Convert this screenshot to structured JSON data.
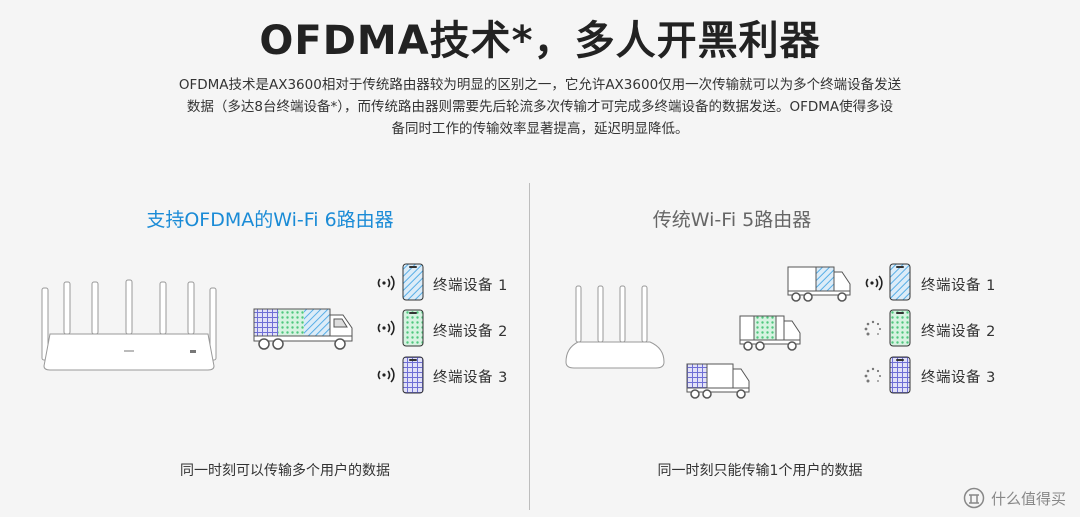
{
  "header": {
    "title": "OFDMA技术*，多人开黑利器",
    "description_lines": [
      "OFDMA技术是AX3600相对于传统路由器较为明显的区别之一，它允许AX3600仅用一次传输就可以为多个终端设备发送",
      "数据（多达8台终端设备*），而传统路由器则需要先后轮流多次传输才可完成多终端设备的数据发送。OFDMA使得多设",
      "备同时工作的传输效率显著提高，延迟明显降低。"
    ]
  },
  "left_panel": {
    "heading": "支持OFDMA的Wi-Fi 6路由器",
    "devices": [
      "终端设备 1",
      "终端设备 2",
      "终端设备 3"
    ],
    "caption": "同一时刻可以传输多个用户的数据"
  },
  "right_panel": {
    "heading": "传统Wi-Fi 5路由器",
    "devices": [
      "终端设备 1",
      "终端设备 2",
      "终端设备 3"
    ],
    "caption": "同一时刻只能传输1个用户的数据"
  },
  "watermark": {
    "text": "什么值得买",
    "icon": "smzdm-logo-icon"
  },
  "colors": {
    "accent_blue": "#1a8bd6",
    "device_blue": "#58aee6",
    "device_green": "#4fc77e",
    "device_purple": "#6f6fd6",
    "background": "#f5f5f5"
  }
}
